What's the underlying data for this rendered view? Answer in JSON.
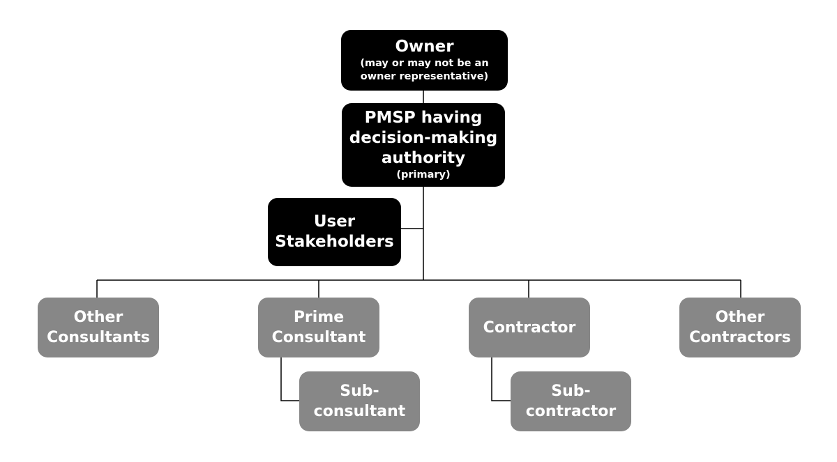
{
  "owner": {
    "title": "Owner",
    "note_line1": "(may or may not be an",
    "note_line2": "owner representative)"
  },
  "pmsp": {
    "line1": "PMSP having",
    "line2": "decision-making",
    "line3": "authority",
    "note": "(primary)"
  },
  "user_stakeholders": {
    "line1": "User",
    "line2": "Stakeholders"
  },
  "other_consultants": {
    "line1": "Other",
    "line2": "Consultants"
  },
  "prime_consultant": {
    "line1": "Prime",
    "line2": "Consultant"
  },
  "sub_consultant": {
    "line1": "Sub-",
    "line2": "consultant"
  },
  "contractor": {
    "line1": "Contractor"
  },
  "sub_contractor": {
    "line1": "Sub-",
    "line2": "contractor"
  },
  "other_contractors": {
    "line1": "Other",
    "line2": "Contractors"
  },
  "colors": {
    "primary_box": "#000000",
    "secondary_box": "#878787",
    "connector": "#000000",
    "text": "#ffffff"
  }
}
